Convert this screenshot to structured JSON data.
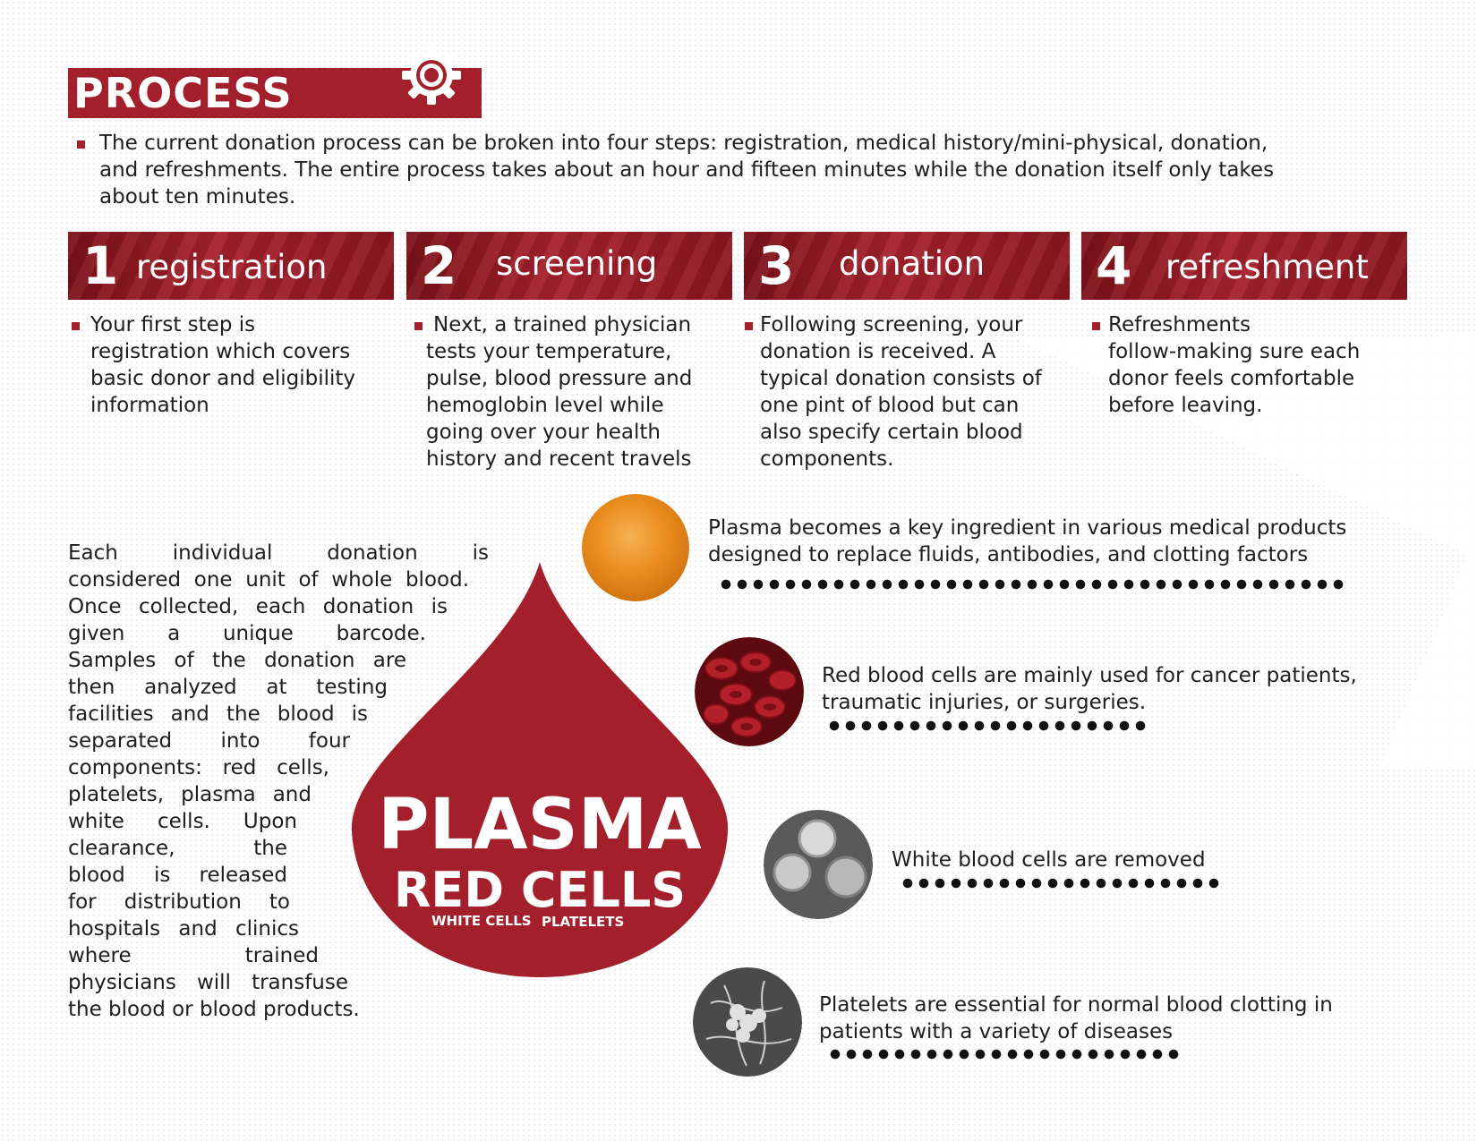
{
  "header": {
    "title": "PROCESS",
    "accent_color": "#a21f2b",
    "gear_icon": "gear-icon"
  },
  "intro": {
    "lines": [
      "The current donation process can be broken into four steps: registration, medical history/mini-physical, donation,",
      "and refreshments. The entire process takes about an hour and fifteen minutes while the donation itself only takes",
      "about ten minutes."
    ]
  },
  "steps": [
    {
      "number": "1",
      "label": "registration",
      "lines": [
        "Your first step is",
        "registration which covers",
        "basic donor and eligibility",
        "information"
      ]
    },
    {
      "number": "2",
      "label": "screening",
      "lines": [
        "Next, a trained physician",
        "tests your temperature,",
        "pulse, blood pressure and",
        "hemoglobin level while",
        "going over your health",
        "history and recent travels"
      ]
    },
    {
      "number": "3",
      "label": "donation",
      "lines": [
        "Following screening, your",
        "donation is received. A",
        "typical donation consists of",
        "one pint of blood but can",
        "also specify certain blood",
        "components."
      ]
    },
    {
      "number": "4",
      "label": "refreshment",
      "lines": [
        "Refreshments",
        "follow-making sure each",
        "donor feels comfortable",
        "before leaving."
      ]
    }
  ],
  "paragraph": {
    "lines": [
      "Each individual donation is",
      "considered one unit of whole blood.",
      "Once collected, each donation is",
      "given a unique barcode.",
      "Samples of the donation are",
      "then analyzed at testing",
      "facilities and the blood is",
      "separated into four",
      "components: red cells,",
      "platelets, plasma and",
      "white cells. Upon",
      "clearance, the",
      "blood is released",
      "for distribution to",
      "hospitals and clinics",
      "where trained",
      "physicians will transfuse",
      "the blood or blood products."
    ]
  },
  "drop": {
    "big1": "PLASMA",
    "big2": "RED CELLS",
    "small1": "WHITE CELLS",
    "small2": "PLATELETS",
    "color": "#a21f2b"
  },
  "components": [
    {
      "icon": "plasma-image",
      "lines": [
        "Plasma becomes a key ingredient in various medical products",
        "designed to replace fluids, antibodies, and clotting factors"
      ]
    },
    {
      "icon": "red-blood-cells-image",
      "lines": [
        "Red blood cells are mainly used for cancer patients,",
        "traumatic injuries, or surgeries."
      ]
    },
    {
      "icon": "white-blood-cells-image",
      "lines": [
        "White blood cells are removed"
      ]
    },
    {
      "icon": "platelets-image",
      "lines": [
        "Platelets are essential for normal blood clotting in",
        "patients with a variety of diseases"
      ]
    }
  ]
}
